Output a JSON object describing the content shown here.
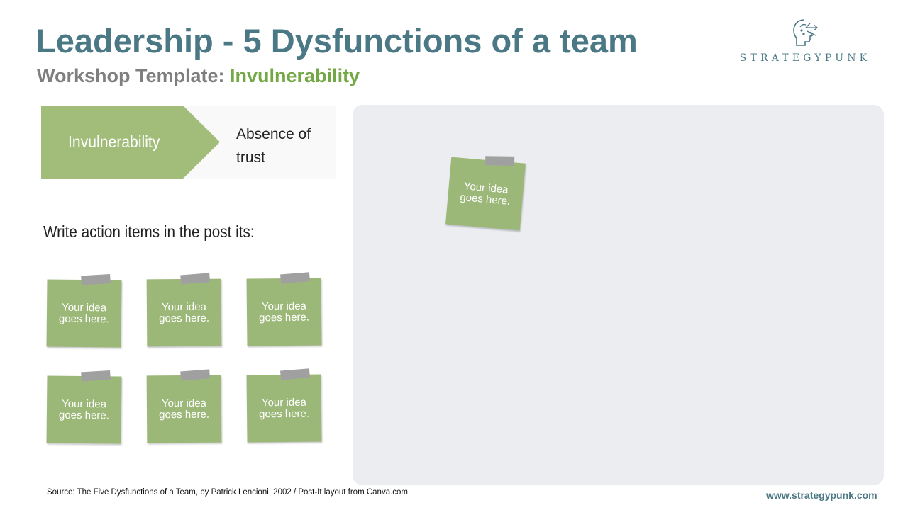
{
  "header": {
    "title": "Leadership - 5 Dysfunctions of a team",
    "subtitle_prefix": "Workshop Template: ",
    "subtitle_highlight": "Invulnerability"
  },
  "logo": {
    "text": "STRATEGYPUNK",
    "icon": "head-with-arrows-icon"
  },
  "banner": {
    "label": "Invulnerability",
    "description": "Absence of trust"
  },
  "instruction": "Write action items in the post its:",
  "postits": {
    "text": "Your idea goes here.",
    "board_note": "Your idea goes here."
  },
  "footer": {
    "source": "Source: The Five Dysfunctions of a Team, by Patrick Lencioni, 2002 / Post-It layout from Canva.com",
    "url": "www.strategypunk.com"
  },
  "colors": {
    "title": "#4a7884",
    "subtitle_gray": "#7f7f7f",
    "highlight_green": "#73a845",
    "postit_green": "#9cb879",
    "chevron_green": "#a2bd7a",
    "board_bg": "#ebedf0",
    "tape_gray": "#a0a0a0"
  }
}
